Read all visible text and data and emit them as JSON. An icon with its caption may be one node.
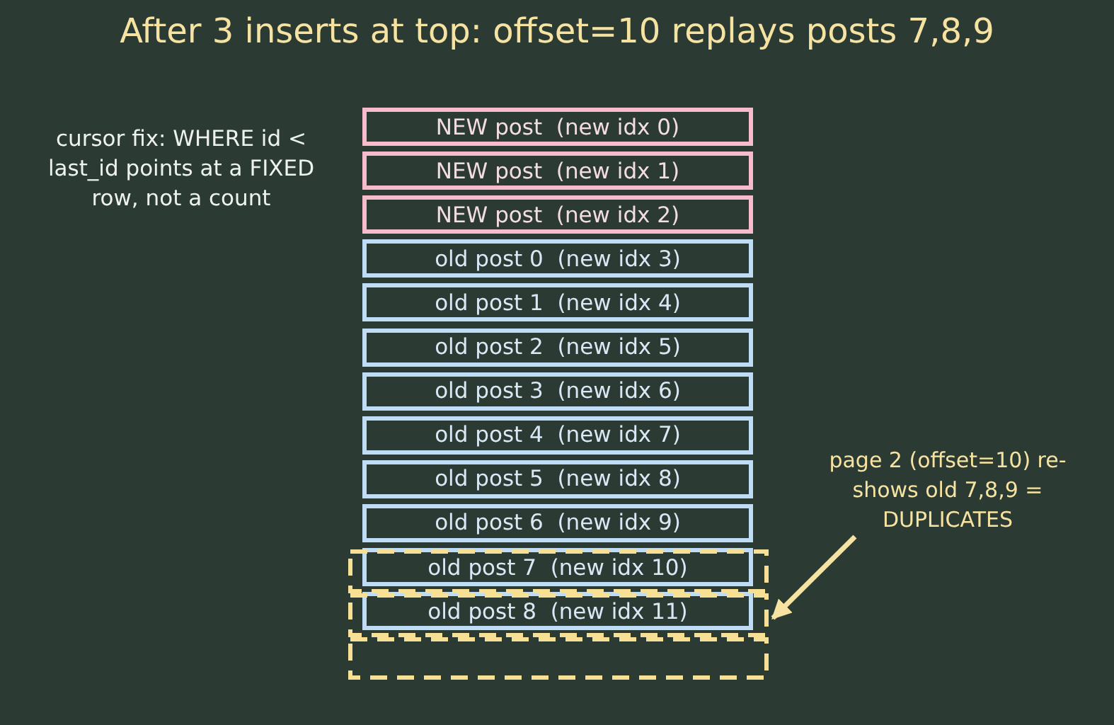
{
  "diagram": {
    "title": "After 3 inserts at top: offset=10 replays posts 7,8,9",
    "nodes": [
      {
        "text": [
          "NEW post  (new idx 0)"
        ]
      },
      {
        "text": [
          "NEW post  (new idx 1)"
        ]
      },
      {
        "text": [
          "NEW post  (new idx 2)"
        ]
      },
      {
        "text": [
          "old post 0  (new idx 3)"
        ]
      },
      {
        "text": [
          "old post 1  (new idx 4)"
        ]
      },
      {
        "text": [
          "old post 2  (new idx 5)"
        ]
      },
      {
        "text": [
          "old post 3  (new idx 6)"
        ]
      },
      {
        "text": [
          "old post 4  (new idx 7)"
        ]
      },
      {
        "text": [
          "old post 5  (new idx 8)"
        ]
      },
      {
        "text": [
          "old post 6  (new idx 9)"
        ]
      },
      {
        "text": [
          "old post 7  (new idx 10)"
        ]
      },
      {
        "text": [
          "old post 8  (new idx 11)"
        ]
      },
      {
        "text": [],
        "shape": "box"
      },
      {
        "text": [],
        "shape": "box"
      },
      {
        "text": [],
        "shape": "box"
      },
      {
        "text": [
          "page 2 (offset=10) re-shows old 7,8,9 = DUPLICATES"
        ]
      }
    ],
    "edges": [
      {
        "from": 15,
        "to": 13,
        "arrow": "to"
      }
    ],
    "labels": [
      "cursor fix: WHERE id < last_id points at a FIXED row, not a count"
    ]
  }
}
